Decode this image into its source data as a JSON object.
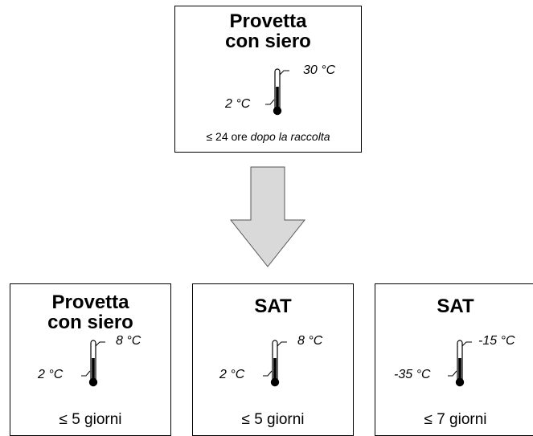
{
  "top_box": {
    "title": "Provetta\ncon siero",
    "temp_high": "30 °C",
    "temp_low": "2 °C",
    "footer_prefix": "≤ 24 ore ",
    "footer_italic": "dopo la raccolta"
  },
  "arrow": {
    "fill": "#d9d9d9",
    "stroke": "#555555"
  },
  "bottom_boxes": [
    {
      "title": "Provetta\ncon siero",
      "temp_high": "8 °C",
      "temp_low": "2 °C",
      "footer": "≤ 5 giorni"
    },
    {
      "title": "SAT",
      "temp_high": "8 °C",
      "temp_low": "2 °C",
      "footer": "≤ 5 giorni"
    },
    {
      "title": "SAT",
      "temp_high": "-15 °C",
      "temp_low": "-35 °C",
      "footer": "≤ 7 giorni"
    }
  ]
}
